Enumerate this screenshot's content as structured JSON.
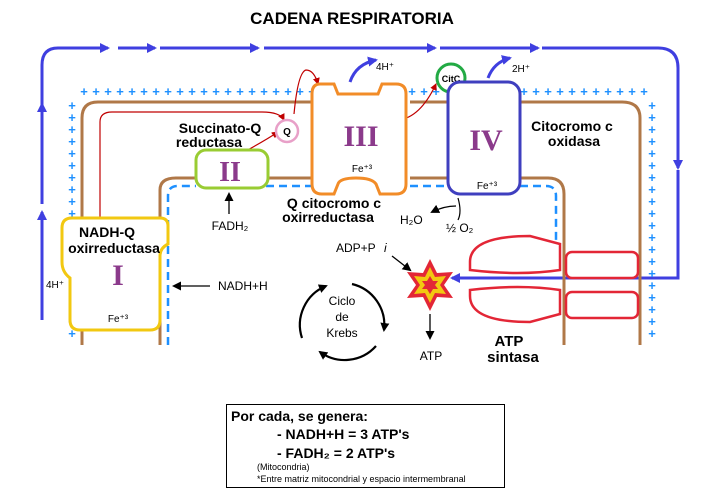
{
  "title": "CADENA RESPIRATORIA",
  "complexes": {
    "I": {
      "numeral": "I",
      "name_line1": "NADH-Q",
      "name_line2": "oxirreductasa",
      "metal": "Fe⁺³"
    },
    "II": {
      "numeral": "II",
      "name_line1": "Succinato-Q",
      "name_line2": "reductasa"
    },
    "III": {
      "numeral": "III",
      "name_line1": "Q citocromo c",
      "name_line2": "oxirreductasa",
      "metal": "Fe⁺³"
    },
    "IV": {
      "numeral": "IV",
      "name_line1": "Citocromo c",
      "name_line2": "oxidasa",
      "metal": "Fe⁺³"
    }
  },
  "carriers": {
    "q": "Q",
    "citc": "CitC"
  },
  "labels": {
    "h_pump_I": "4H⁺",
    "h_pump_III": "4H⁺",
    "h_pump_IV": "2H⁺",
    "fadh2": "FADH₂",
    "nadh": "NADH+H",
    "h2o": "H₂O",
    "o2": "½ O₂",
    "adp": "ADP+P",
    "adp_i": "i",
    "atp": "ATP",
    "krebs_line1": "Ciclo",
    "krebs_line2": "de",
    "krebs_line3": "Krebs",
    "atp_synthase_line1": "ATP",
    "atp_synthase_line2": "sintasa"
  },
  "summary": {
    "title": "Por cada, se genera:",
    "line1": "- NADH+H = 3 ATP's",
    "line2": "- FADH₂ = 2 ATP's",
    "note1": "(Mitocondria)",
    "note2": "*Entre matriz mitocondrial y espacio intermembranal"
  },
  "colors": {
    "complex_I": "#f2c811",
    "complex_II": "#99cc33",
    "complex_III": "#f28c28",
    "complex_IV": "#3f3fbf",
    "atp_synthase": "#e32636",
    "membrane": "#b07848",
    "proton_arrows": "#3f3fe0",
    "charges": "#1e90ff",
    "electron_path": "#c00000"
  }
}
